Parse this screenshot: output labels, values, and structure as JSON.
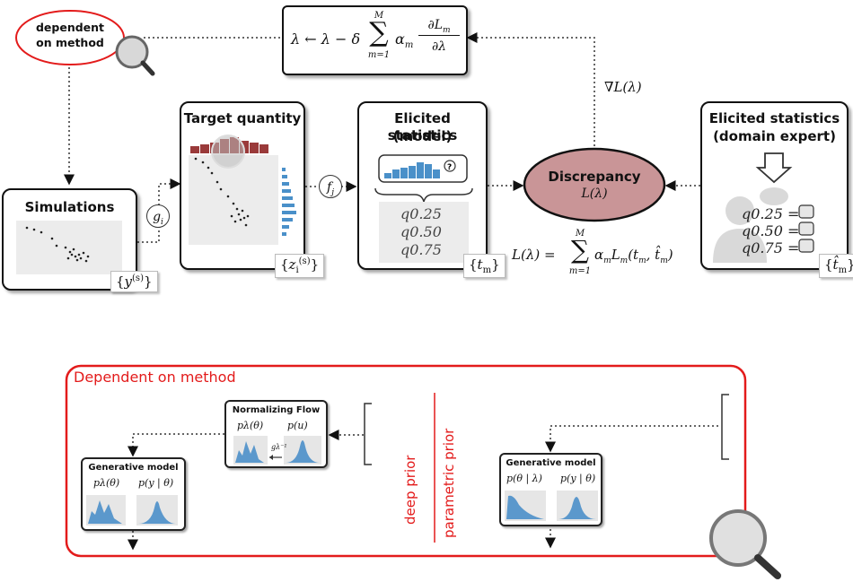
{
  "top": {
    "dependent_label_line1": "dependent",
    "dependent_label_line2": "on method",
    "update_rule": "λ ← λ − δ ∑ α_m ∂L_m/∂λ",
    "update_rule_sum_top": "M",
    "update_rule_sum_bottom": "m=1",
    "gradient_label": "∇L(λ)",
    "simulations": {
      "title": "Simulations",
      "set_label": "{y(s)}"
    },
    "g_label": "g",
    "g_sub": "i",
    "f_label": "f",
    "f_sub": "j",
    "target": {
      "title": "Target quantity",
      "set_label": "{z(s)i}"
    },
    "elicited_model": {
      "title_line1": "Elicited statistics",
      "title_line2": "(model)",
      "set_label": "{tm}",
      "quantiles": [
        "q0.25",
        "q0.50",
        "q0.75"
      ]
    },
    "discrepancy": {
      "title": "Discrepancy",
      "sub": "L(λ)"
    },
    "loss_formula": "L(λ) = ∑ α_m L_m(t_m, t̂_m)",
    "loss_sum_top": "M",
    "loss_sum_bottom": "m=1",
    "elicited_expert": {
      "title_line1": "Elicited statistics",
      "title_line2": "(domain expert)",
      "set_label": "{t̂m}",
      "quantiles": [
        "q0.25 =",
        "q0.50 =",
        "q0.75 ="
      ]
    }
  },
  "bottom": {
    "panel_title": "Dependent on method",
    "deep_prior_label": "deep prior",
    "parametric_prior_label": "parametric prior",
    "normalizing_flow": {
      "title": "Normalizing Flow",
      "p_lambda": "pλ(θ)",
      "p_u": "p(u)",
      "g_inv": "gλ⁻¹"
    },
    "generative_left": {
      "title": "Generative model",
      "p_lambda": "pλ(θ)",
      "p_y": "p(y | θ)"
    },
    "generative_right": {
      "title": "Generative model",
      "p_theta": "p(θ | λ)",
      "p_y": "p(y | θ)"
    }
  },
  "colors": {
    "accent_red": "#e31b1b",
    "discrepancy_fill": "#c99597",
    "bar_blue": "#4a90c9",
    "hist_red": "#9a3a3a"
  }
}
